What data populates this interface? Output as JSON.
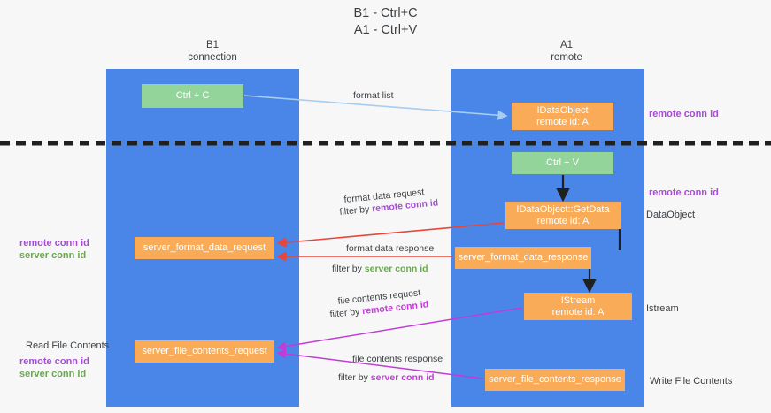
{
  "title": {
    "line1": "B1 - Ctrl+C",
    "line2": "A1 - Ctrl+V"
  },
  "columns": [
    {
      "name": "B1",
      "sub": "connection"
    },
    {
      "name": "A1",
      "sub": "remote"
    }
  ],
  "nodes": {
    "ctrl_c": {
      "label": "Ctrl + C",
      "color": "#93d49a"
    },
    "idataobject": {
      "line1": "IDataObject",
      "line2": "remote id: A",
      "color": "#f9ab57"
    },
    "ctrl_v": {
      "label": "Ctrl + V",
      "color": "#93d49a"
    },
    "getdata": {
      "line1": "IDataObject::GetData",
      "line2": "remote id: A",
      "color": "#f9ab57"
    },
    "server_format_data_request": {
      "label": "server_format_data_request",
      "color": "#f9ab57"
    },
    "server_format_data_response": {
      "label": "server_format_data_response",
      "color": "#f9ab57"
    },
    "istream": {
      "line1": "IStream",
      "line2": "remote id: A",
      "color": "#f9ab57"
    },
    "server_file_contents_request": {
      "label": "server_file_contents_request",
      "color": "#f9ab57"
    },
    "server_file_contents_response": {
      "label": "server_file_contents_response",
      "color": "#f9ab57"
    }
  },
  "edges": {
    "format_list": {
      "label": "format list"
    },
    "format_data_request": {
      "label": "format data request",
      "filter_prefix": "filter by ",
      "filter_key": "remote conn id"
    },
    "format_data_response": {
      "label": "format data response",
      "filter_prefix": "filter by ",
      "filter_key": "server conn id"
    },
    "file_contents_request": {
      "label": "file contents request",
      "filter_prefix": "filter by ",
      "filter_key": "remote conn id"
    },
    "file_contents_response": {
      "label": "file contents response",
      "filter_prefix": "filter by ",
      "filter_key": "server conn id"
    }
  },
  "annotations": {
    "remote_conn_id_top": "remote conn id",
    "remote_conn_id_mid": "remote conn id",
    "dataobject": "DataObject",
    "istream": "Istream",
    "write_file_contents": "Write File Contents",
    "read_file_contents": "Read File Contents",
    "left_remote_conn_id_mid": "remote conn id",
    "left_server_conn_id_mid": "server conn id",
    "left_remote_conn_id_bot": "remote conn id",
    "left_server_conn_id_bot": "server conn id"
  },
  "colors": {
    "lane": "#4a86e8",
    "green_node": "#93d49a",
    "orange_node": "#f9ab57",
    "purple": "#a64dd6",
    "green_text": "#6aa84f",
    "magenta": "#c23bd6",
    "arrow_blue": "#a7cdf0",
    "arrow_red": "#e8453c",
    "arrow_black": "#202020",
    "arrow_magenta": "#c23bd6",
    "background": "#f7f7f8"
  }
}
